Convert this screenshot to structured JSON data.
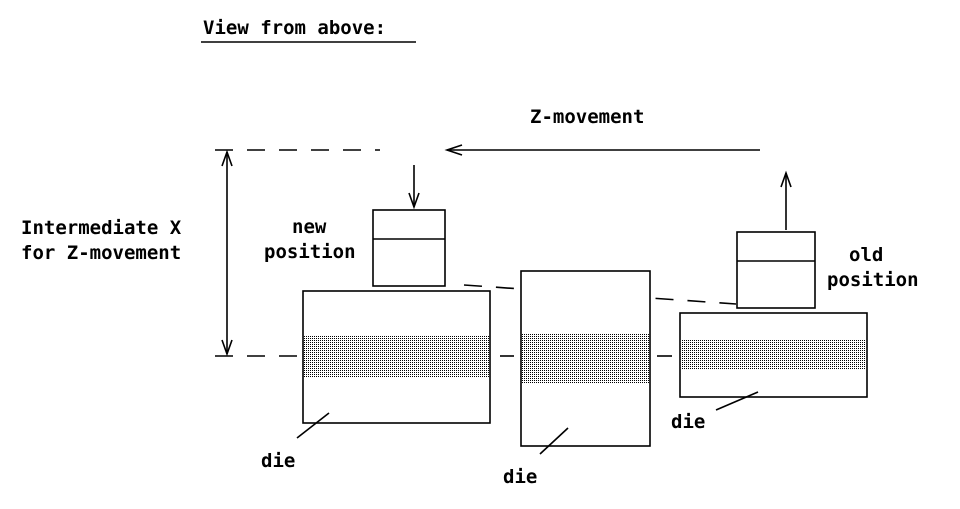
{
  "title": "View from above:",
  "z_movement_label": "Z-movement",
  "intermediate_label": {
    "line1": "Intermediate X",
    "line2": "for Z-movement"
  },
  "new_position_label": {
    "line1": "new",
    "line2": "position"
  },
  "old_position_label": {
    "line1": "old",
    "line2": "position"
  },
  "die_labels": [
    "die",
    "die",
    "die"
  ]
}
